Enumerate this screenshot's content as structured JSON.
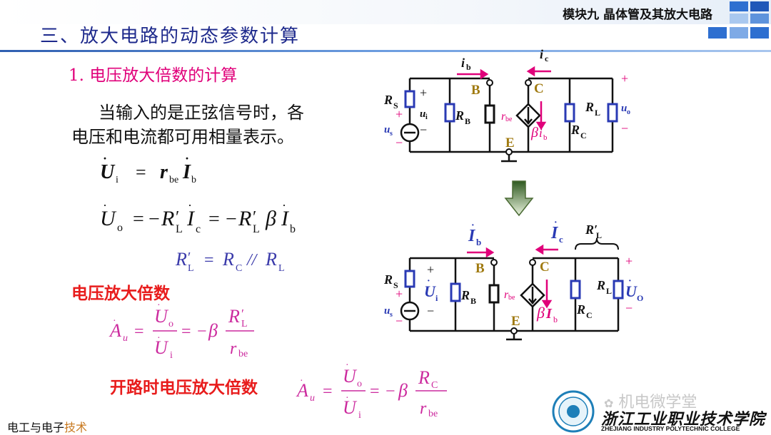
{
  "header": {
    "module_title": "模块九  晶体管及其放大电路",
    "section_title": "三、放大电路的动态参数计算"
  },
  "content": {
    "subheading": "1.  电压放大倍数的计算",
    "para_line1": "当输入的是正弦信号时，各",
    "para_line2": "电压和电流都可用相量表示。",
    "gain_label": "电压放大倍数",
    "open_gain_label": "开路时电压放大倍数"
  },
  "equations": {
    "u_sym": "U",
    "i_sym": "I",
    "r_sym": "r",
    "R_sym": "R",
    "A_sym": "A",
    "beta": "β",
    "eq": "=",
    "minus": "−",
    "prime": "′",
    "parallel": "//",
    "sub_i": "i",
    "sub_o": "o",
    "sub_b": "b",
    "sub_c": "c",
    "sub_be": "be",
    "sub_L": "L",
    "sub_C": "C",
    "sub_u": "u"
  },
  "circuit1": {
    "ib": "i",
    "ic": "i",
    "sub_b": "b",
    "sub_c": "c",
    "B": "B",
    "C": "C",
    "E": "E",
    "R": "R",
    "r": "r",
    "u": "u",
    "sub_S": "S",
    "sub_B": "B",
    "sub_C": "C",
    "sub_L": "L",
    "sub_be": "be",
    "sub_i": "i",
    "sub_s": "s",
    "sub_o": "o",
    "beta": "β",
    "plus": "+",
    "minus": "−"
  },
  "circuit2": {
    "I": "I",
    "U": "U",
    "RL_prime": "R′",
    "sub_O": "O",
    "sub_b": "b",
    "sub_c": "c",
    "sub_i": "i"
  },
  "footer": {
    "left_a": "电工与电子",
    "left_b": "技术",
    "watermark": "机电微学堂",
    "college_cn": "浙江工业职业技术学院",
    "college_en": "ZHEJIANG INDUSTRY POLYTECHNIC COLLEGE"
  },
  "colors": {
    "title_blue": "#1e2a8c",
    "accent_magenta": "#e0007a",
    "label_red": "#e81c1c",
    "equation_blue": "#3a3aaa",
    "resistor_blue": "#2a3ab4",
    "node_gold": "#a07a10",
    "arrow_green": "#5a8a3a"
  }
}
